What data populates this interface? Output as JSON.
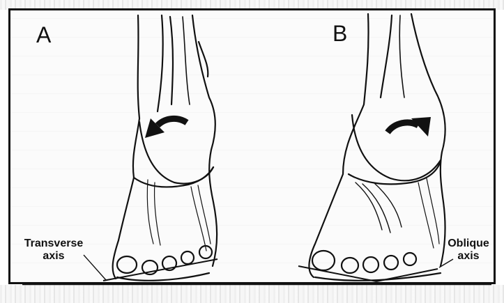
{
  "panel_a": {
    "letter": "A",
    "axis_label_line1": "Transverse",
    "axis_label_line2": "axis"
  },
  "panel_b": {
    "letter": "B",
    "axis_label_line1": "Oblique",
    "axis_label_line2": "axis"
  }
}
